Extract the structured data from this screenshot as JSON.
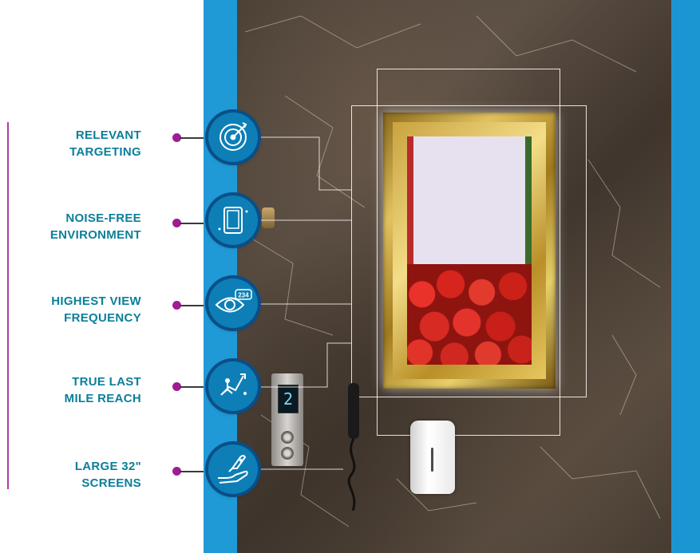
{
  "features": [
    {
      "line1": "RELEVANT",
      "line2": "TARGETING",
      "icon": "target-icon"
    },
    {
      "line1": "NOISE-FREE",
      "line2": "ENVIRONMENT",
      "icon": "tablet-icon"
    },
    {
      "line1": "HIGHEST VIEW",
      "line2": "FREQUENCY",
      "icon": "eye-counter-icon",
      "icon_text": "234"
    },
    {
      "line1": "TRUE LAST",
      "line2": "MILE REACH",
      "icon": "rocket-person-icon"
    },
    {
      "line1": "LARGE 32\"",
      "line2": "SCREENS",
      "icon": "hand-rocket-icon"
    }
  ],
  "elevator_panel": {
    "floor": "2"
  },
  "colors": {
    "label": "#0b7f9a",
    "dot": "#a11c94",
    "wall_blue": "#1f9ad6",
    "icon_circle": "#0d7fb6"
  }
}
